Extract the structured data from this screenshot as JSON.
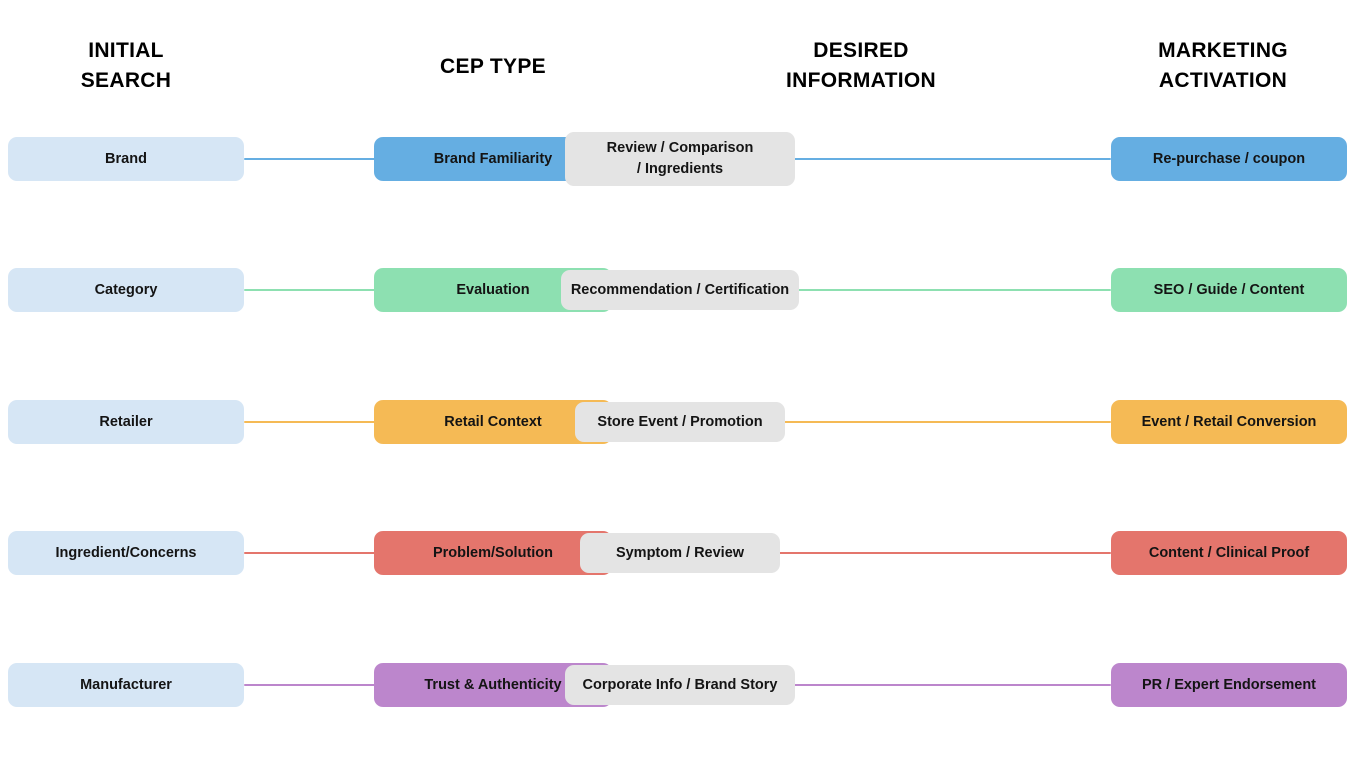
{
  "diagram": {
    "title": "Consumer Entry Point journey matrix",
    "background": "#ffffff",
    "columns": [
      {
        "id": "initial-search",
        "header": "INITIAL\nSEARCH"
      },
      {
        "id": "cep-type",
        "header": "CEP TYPE"
      },
      {
        "id": "desired-information",
        "header": "DESIRED\nINFORMATION"
      },
      {
        "id": "marketing-activation",
        "header": "MARKETING\nACTIVATION"
      }
    ],
    "palette": {
      "initial_search_fill": "#D6E6F5",
      "gray_fill": "#E4E4E4",
      "blue": "#65AEE2",
      "green": "#8DE0B1",
      "orange": "#F5BA55",
      "red": "#E4756C",
      "purple": "#BC86CC",
      "text": "#141414",
      "header_text": "#000000"
    },
    "rows": [
      {
        "id": "brand",
        "accent": "#65AEE2",
        "initial_search": "Brand",
        "cep_type": "Brand Familiarity",
        "desired_information": "Review / Comparison\n/ Ingredients",
        "marketing_activation": "Re-purchase / coupon",
        "desired_width": 230
      },
      {
        "id": "category",
        "accent": "#8DE0B1",
        "initial_search": "Category",
        "cep_type": "Evaluation",
        "desired_information": "Recommendation / Certification",
        "marketing_activation": "SEO / Guide / Content",
        "desired_width": 238
      },
      {
        "id": "retailer",
        "accent": "#F5BA55",
        "initial_search": "Retailer",
        "cep_type": "Retail Context",
        "desired_information": "Store Event / Promotion",
        "marketing_activation": "Event / Retail Conversion",
        "desired_width": 210
      },
      {
        "id": "ingredient-concerns",
        "accent": "#E4756C",
        "initial_search": "Ingredient/Concerns",
        "cep_type": "Problem/Solution",
        "desired_information": "Symptom / Review",
        "marketing_activation": "Content / Clinical Proof",
        "desired_width": 200
      },
      {
        "id": "manufacturer",
        "accent": "#BC86CC",
        "initial_search": "Manufacturer",
        "cep_type": "Trust & Authenticity",
        "desired_information": "Corporate Info / Brand Story",
        "marketing_activation": "PR / Expert Endorsement",
        "desired_width": 230
      }
    ]
  }
}
